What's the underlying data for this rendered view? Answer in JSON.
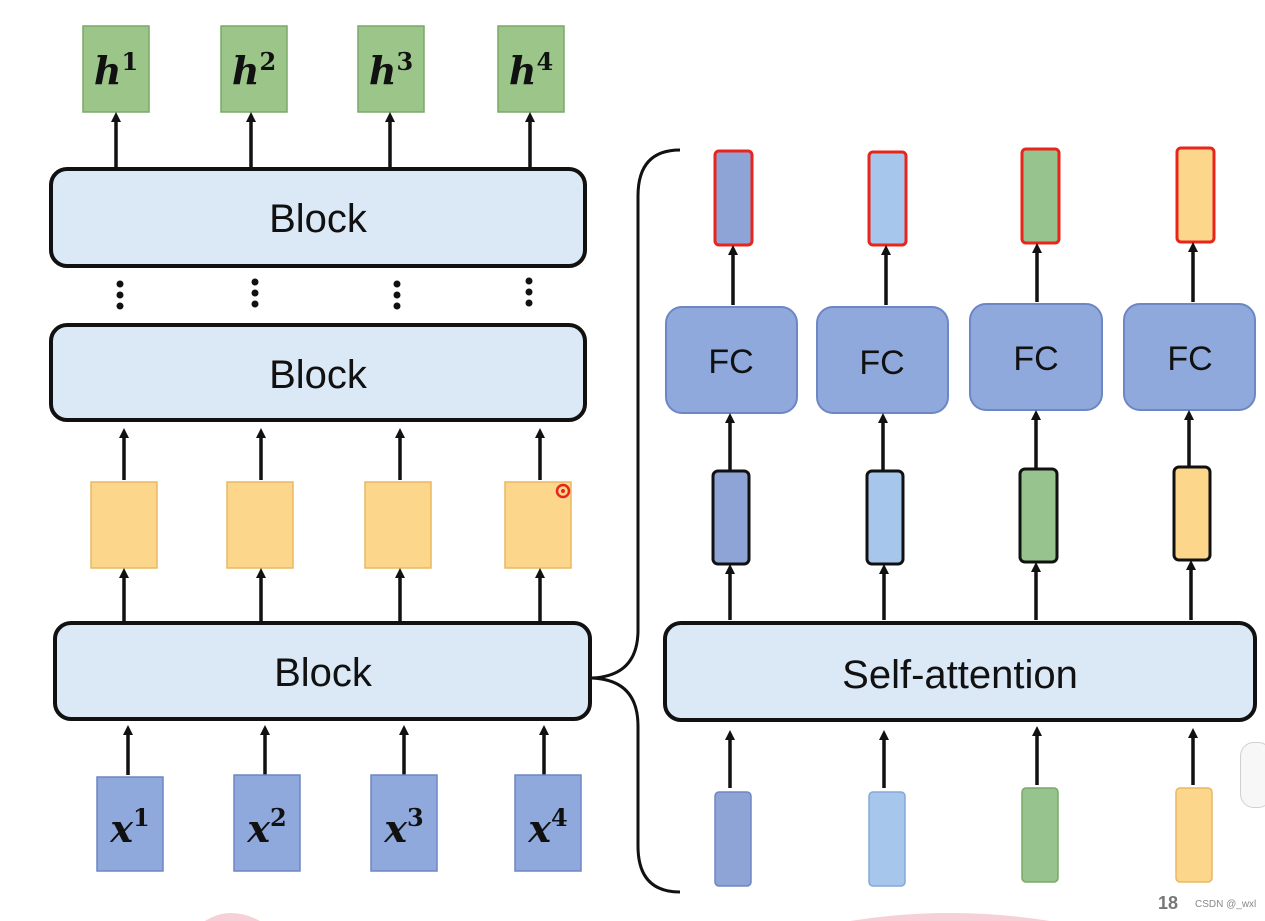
{
  "left_stack": {
    "block_label": "Block",
    "vertical_dots": "⋮",
    "outputs": [
      {
        "base": "h",
        "sup": "1"
      },
      {
        "base": "h",
        "sup": "2"
      },
      {
        "base": "h",
        "sup": "3"
      },
      {
        "base": "h",
        "sup": "4"
      }
    ],
    "inputs": [
      {
        "base": "x",
        "sup": "1"
      },
      {
        "base": "x",
        "sup": "2"
      },
      {
        "base": "x",
        "sup": "3"
      },
      {
        "base": "x",
        "sup": "4"
      }
    ]
  },
  "block_detail": {
    "self_attention_label": "Self-attention",
    "fc_labels": [
      "FC",
      "FC",
      "FC",
      "FC"
    ]
  },
  "colors": {
    "output_green": "#9cc58a",
    "input_blue": "#8fa9dc",
    "hidden_orange": "#fcd68a",
    "block_fill": "#dbe8f6",
    "vector_colors": [
      "#8fa4d6",
      "#a6c7eb",
      "#97c48e",
      "#fcd68a"
    ],
    "highlight_red": "#e8251d"
  },
  "footer": {
    "page_number": "18",
    "watermark": "CSDN @_wxl"
  }
}
